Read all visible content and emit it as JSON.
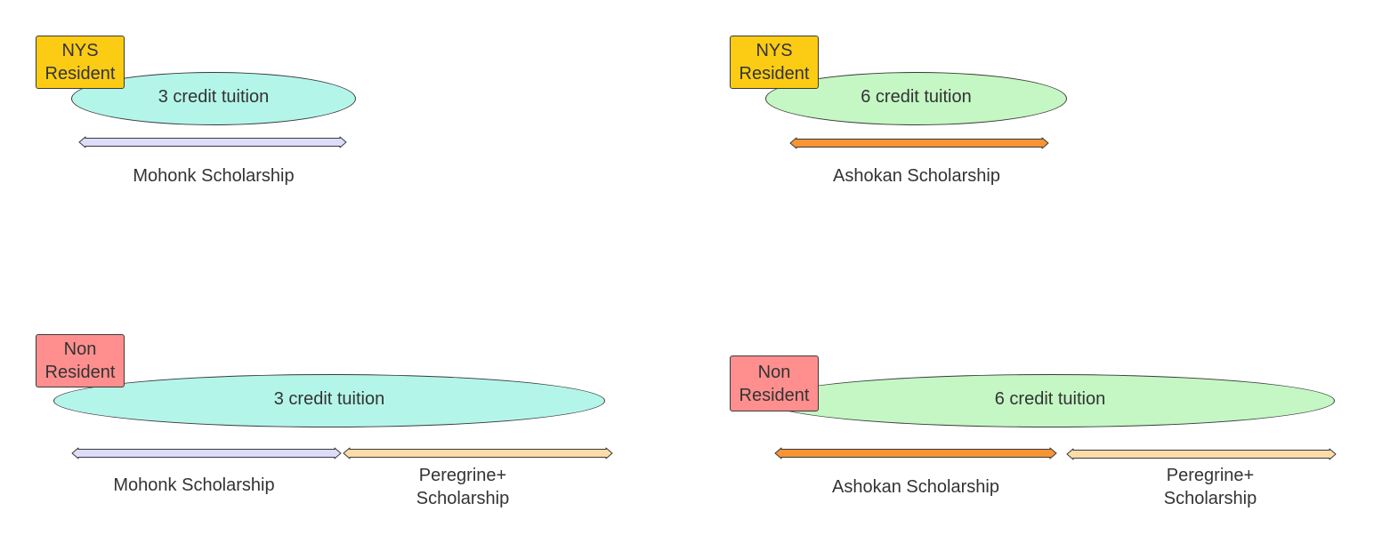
{
  "colors": {
    "nys_tag": "#fccc14",
    "non_tag": "#ff8f8f",
    "tuition_3": "#b4f5ea",
    "tuition_6": "#c4f7c4",
    "mohonk": "#dcdcfb",
    "ashokan": "#f79434",
    "peregrine": "#fddcaa"
  },
  "top_left": {
    "tag": "NYS\nResident",
    "tuition": "3 credit tuition",
    "scholarship": "Mohonk Scholarship"
  },
  "top_right": {
    "tag": "NYS\nResident",
    "tuition": "6 credit tuition",
    "scholarship": "Ashokan Scholarship"
  },
  "bottom_left": {
    "tag": "Non\nResident",
    "tuition": "3 credit tuition",
    "scholarship_1": "Mohonk Scholarship",
    "scholarship_2": "Peregrine+\nScholarship"
  },
  "bottom_right": {
    "tag": "Non\nResident",
    "tuition": "6 credit tuition",
    "scholarship_1": "Ashokan Scholarship",
    "scholarship_2": "Peregrine+\nScholarship"
  }
}
